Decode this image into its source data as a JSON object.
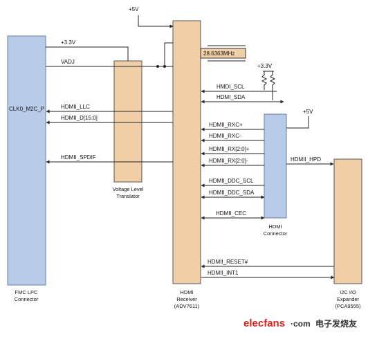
{
  "colors": {
    "fmc_fill": "#b7cbe8",
    "fmc_stroke": "#6a7fa6",
    "tan_fill": "#f0cfa6",
    "tan_stroke": "#555555",
    "hdmi_fill": "#b7cbe8",
    "line": "#222222",
    "watermark_red": "#e0201b",
    "watermark_dark": "#333333"
  },
  "blocks": {
    "fmc": {
      "label": "CLK0_M2C_P",
      "caption_1": "FMC LPC",
      "caption_2": "Connector"
    },
    "translator": {
      "caption_1": "Voltage Level",
      "caption_2": "Translator"
    },
    "receiver": {
      "caption_1": "HDMI",
      "caption_2": "Receiver",
      "caption_3": "(ADV7611)"
    },
    "connector": {
      "caption_1": "HDMI",
      "caption_2": "Connector"
    },
    "expander": {
      "caption_1": "I2C I/O",
      "caption_2": "Expander",
      "caption_3": "(PCA9555)"
    },
    "crystal": {
      "label": "28.6363MHz"
    }
  },
  "power": {
    "top": "+5V",
    "fmc": "+3.3V",
    "pullup": "+3.3V",
    "connector": "+5V"
  },
  "signals": {
    "vadj": "VADJ",
    "llc": "HDMII_LLC",
    "data": "HDMII_D[15:0]",
    "spdif": "HDMII_SPDIF",
    "scl": "HMDI_SCL",
    "sda": "HDMI_SDA",
    "rxc_p": "HDMII_RXC+",
    "rxc_n": "HDMII_RXC-",
    "rx_p": "HDMII_RX[2:0]+",
    "rx_n": "HDMII_RX[2:0]-",
    "ddc_scl": "HDMII_DDC_SCL",
    "ddc_sda": "HDMII_DDC_SDA",
    "cec": "HDMII_CEC",
    "hpd": "HDMII_HPD",
    "reset": "HDMII_RESET#",
    "int": "HDMII_INT1"
  },
  "watermark": {
    "brand": "elecfans",
    "suffix": "·com",
    "chinese": "电子发烧友"
  }
}
